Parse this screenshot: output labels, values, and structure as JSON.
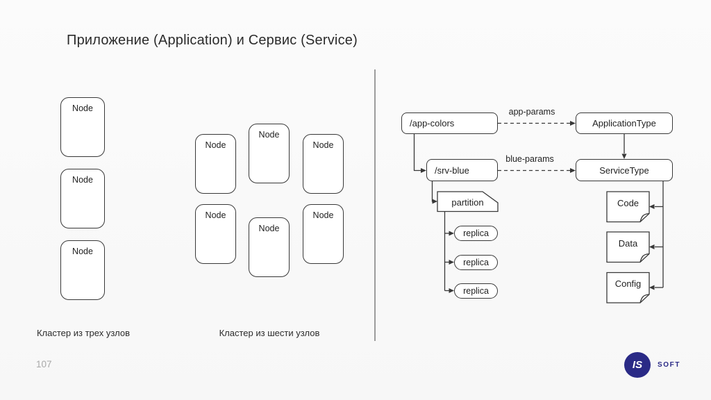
{
  "slide": {
    "title": "Приложение (Application) и Сервис (Service)"
  },
  "clusters": {
    "three": {
      "caption": "Кластер из трех узлов",
      "nodes": [
        "Node",
        "Node",
        "Node"
      ]
    },
    "six": {
      "caption": "Кластер из шести узлов",
      "nodes": [
        "Node",
        "Node",
        "Node",
        "Node",
        "Node",
        "Node"
      ]
    }
  },
  "diagram": {
    "nodes": {
      "app_colors": "/app-colors",
      "application_type": "ApplicationType",
      "srv_blue": "/srv-blue",
      "service_type": "ServiceType",
      "partition": "partition"
    },
    "edge_labels": {
      "app_params": "app-params",
      "blue_params": "blue-params"
    },
    "replicas": [
      "replica",
      "replica",
      "replica"
    ],
    "documents": [
      "Code",
      "Data",
      "Config"
    ]
  },
  "footer": {
    "page_number": "107"
  },
  "logo": {
    "mark": "IS",
    "brand": "SOFT"
  },
  "colors": {
    "background": "#fafafa",
    "line": "#383838",
    "logo_navy": "#2a2a86",
    "divider": "#9c9c9c"
  }
}
